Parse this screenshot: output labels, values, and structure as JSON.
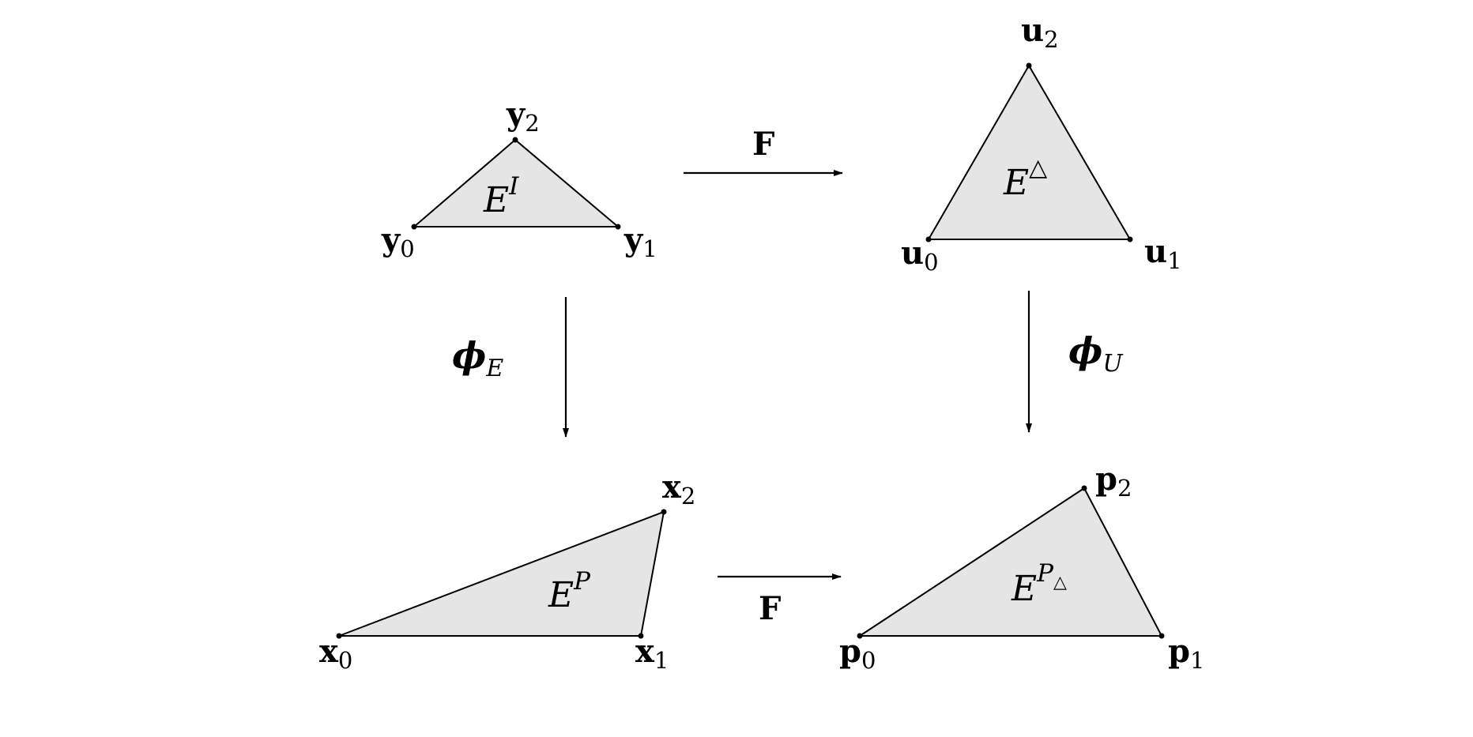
{
  "triangles": {
    "ei": {
      "vertex_0": {
        "base": "y",
        "sub": "0"
      },
      "vertex_1": {
        "base": "y",
        "sub": "1"
      },
      "vertex_2": {
        "base": "y",
        "sub": "2"
      },
      "region_base": "E",
      "region_sup": "I"
    },
    "etri": {
      "vertex_0": {
        "base": "u",
        "sub": "0"
      },
      "vertex_1": {
        "base": "u",
        "sub": "1"
      },
      "vertex_2": {
        "base": "u",
        "sub": "2"
      },
      "region_base": "E",
      "region_sup": "△"
    },
    "ep": {
      "vertex_0": {
        "base": "x",
        "sub": "0"
      },
      "vertex_1": {
        "base": "x",
        "sub": "1"
      },
      "vertex_2": {
        "base": "x",
        "sub": "2"
      },
      "region_base": "E",
      "region_sup": "P"
    },
    "eptri": {
      "vertex_0": {
        "base": "p",
        "sub": "0"
      },
      "vertex_1": {
        "base": "p",
        "sub": "1"
      },
      "vertex_2": {
        "base": "p",
        "sub": "2"
      },
      "region_base": "E",
      "region_sup": "P",
      "region_sup_sub": "△"
    }
  },
  "arrows": {
    "top": {
      "label": "F"
    },
    "bottom": {
      "label": "F"
    },
    "left": {
      "label": "ϕ",
      "sub": "E"
    },
    "right": {
      "label": "ϕ",
      "sub": "U"
    }
  },
  "colors": {
    "fill": "#e5e5e5",
    "stroke": "#000000"
  }
}
